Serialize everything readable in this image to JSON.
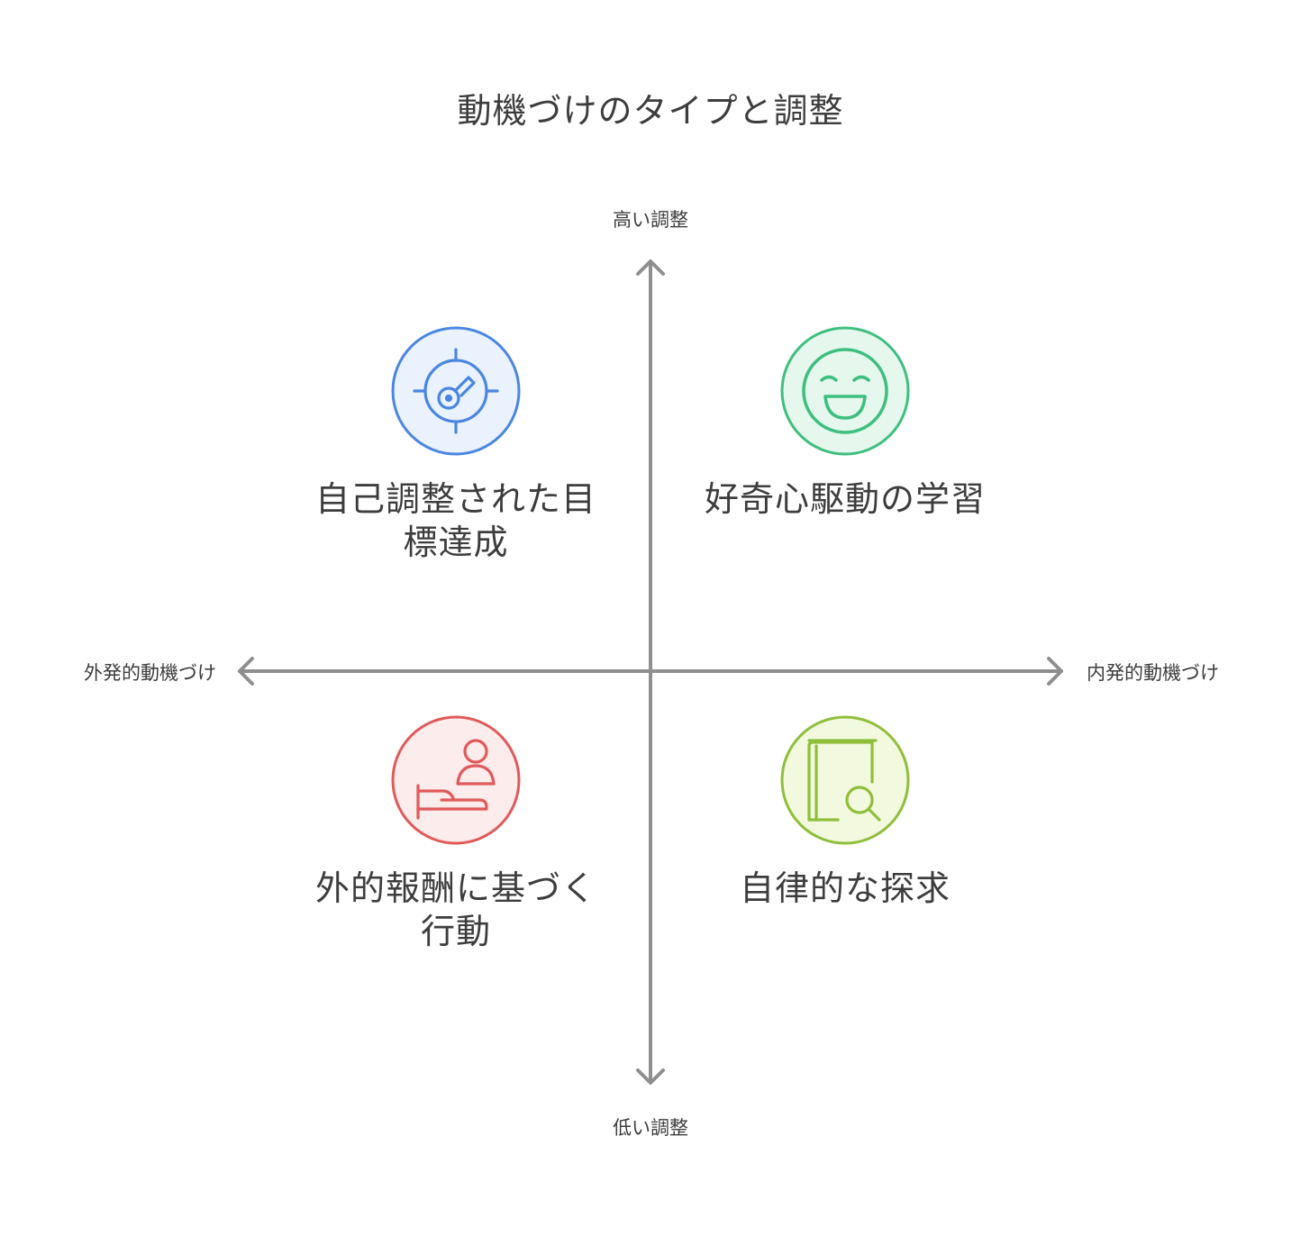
{
  "title": "動機づけのタイプと調整",
  "axes": {
    "top": "高い調整",
    "bottom": "低い調整",
    "left": "外発的動機づけ",
    "right": "内発的動機づけ"
  },
  "quadrants": {
    "top_left": {
      "label_line1": "自己調整された目",
      "label_line2": "標達成",
      "icon": "target-icon",
      "color": "#4a86e0",
      "fill": "#eaf2fd"
    },
    "top_right": {
      "label_line1": "好奇心駆動の学習",
      "icon": "smile-icon",
      "color": "#3fbf7f",
      "fill": "#e6f8ee"
    },
    "bottom_left": {
      "label_line1": "外的報酬に基づく",
      "label_line2": "行動",
      "icon": "hand-user-icon",
      "color": "#e05a5a",
      "fill": "#fdecec"
    },
    "bottom_right": {
      "label_line1": "自律的な探求",
      "icon": "book-search-icon",
      "color": "#8fbf3a",
      "fill": "#f2f9df"
    }
  }
}
